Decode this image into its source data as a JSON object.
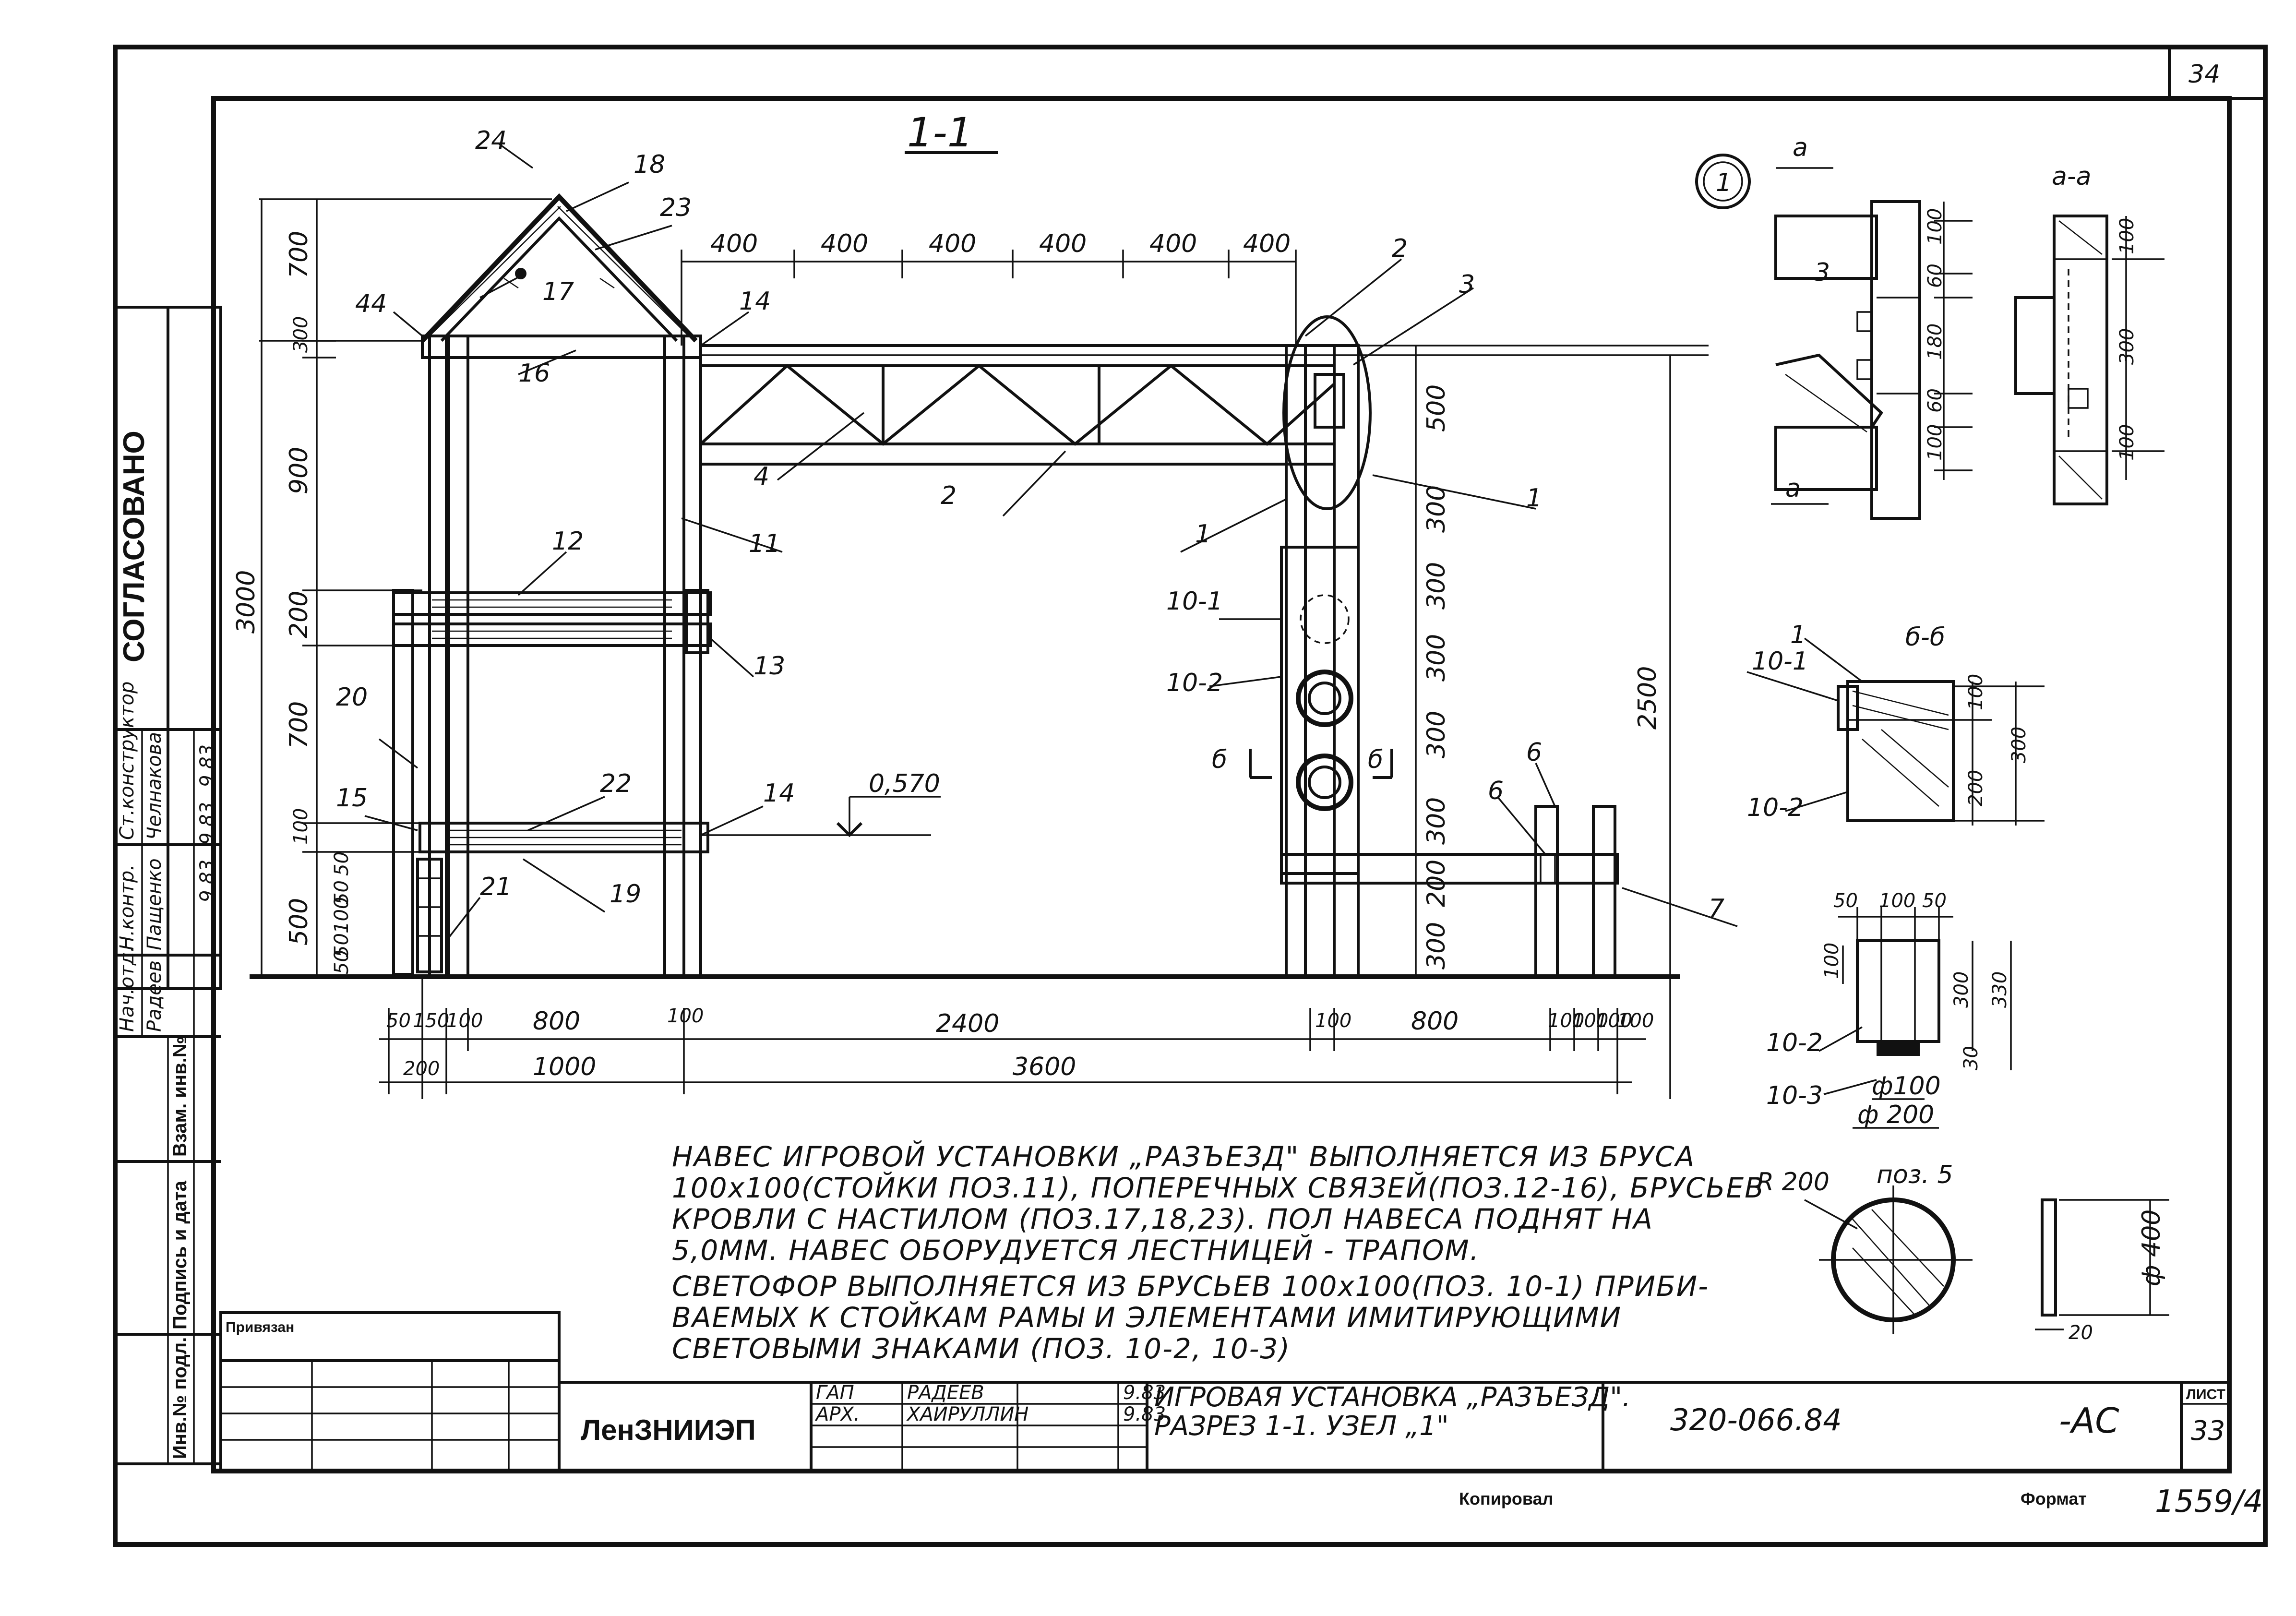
{
  "sheet": {
    "corner_number": "34",
    "section_title": "1-1",
    "node_label": "1",
    "section_a": "a",
    "section_aa": "a-a",
    "section_bb": "б-б",
    "agreed_stamp": "СОГЛАСОВАНО"
  },
  "labels": {
    "p24": "24",
    "p18": "18",
    "p23": "23",
    "p17": "17",
    "p44": "44",
    "p14a": "14",
    "p16": "16",
    "p12": "12",
    "p11": "11",
    "p13": "13",
    "p20": "20",
    "p15": "15",
    "p22": "22",
    "p14b": "14",
    "p21": "21",
    "p19": "19",
    "p4": "4",
    "p2a": "2",
    "p2b": "2",
    "p3": "3",
    "p1a": "1",
    "p1b": "1",
    "p10_1": "10-1",
    "p10_2": "10-2",
    "p6a": "6",
    "p6b": "6",
    "p7": "7",
    "b_left": "б",
    "b_right": "б",
    "level": "0,570"
  },
  "dims": {
    "top_spans": [
      "400",
      "400",
      "400",
      "400",
      "400",
      "400"
    ],
    "left_vertical": [
      "700",
      "300",
      "900",
      "200",
      "700",
      "100",
      "500"
    ],
    "left_overall": "3000",
    "left_small": [
      "50",
      "50",
      "100",
      "50",
      "50"
    ],
    "right_height": "2500",
    "signal_vertical": [
      "500",
      "300",
      "300",
      "300",
      "300",
      "300",
      "200",
      "300"
    ],
    "bottom_row1": [
      "50",
      "150",
      "100",
      "800",
      "100",
      "2400",
      "100",
      "800",
      "100",
      "100",
      "100",
      "100"
    ],
    "bottom_row2": [
      "200",
      "1000",
      "3600"
    ]
  },
  "detail_dims": {
    "a_view": [
      "100",
      "60",
      "180",
      "60",
      "100"
    ],
    "aa_view": [
      "100",
      "300",
      "100"
    ],
    "bb_view": [
      "100",
      "200",
      "300"
    ],
    "p10_1": "10-1",
    "p10_2": "10-2",
    "p1": "1",
    "p3": "3",
    "signal_top": [
      "50",
      "100",
      "50"
    ],
    "signal_side": [
      "100",
      "300",
      "330",
      "30"
    ],
    "p10_2b": "10-2",
    "p10_3": "10-3",
    "d100": "ф100",
    "d200": "ф 200",
    "r200": "R 200",
    "pos5": "поз. 5",
    "d400": "ф 400",
    "t20": "20"
  },
  "notes": {
    "p1_l1": "НАВЕС ИГРОВОЙ УСТАНОВКИ „РАЗЪЕЗД\" ВЫПОЛНЯЕТСЯ ИЗ БРУСА",
    "p1_l2": "100x100(СТОЙКИ ПОЗ.11), ПОПЕРЕЧНЫХ СВЯЗЕЙ(ПОЗ.12-16), БРУСЬЕВ",
    "p1_l3": "КРОВЛИ С НАСТИЛОМ (ПОЗ.17,18,23). ПОЛ НАВЕСА ПОДНЯТ НА",
    "p1_l4": "5,0ММ. НАВЕС ОБОРУДУЕТСЯ ЛЕСТНИЦЕЙ - ТРАПОМ.",
    "p2_l1": "СВЕТОФОР ВЫПОЛНЯЕТСЯ ИЗ БРУСЬЕВ 100x100(ПОЗ. 10-1) ПРИБИ-",
    "p2_l2": "ВАЕМЫХ К СТОЙКАМ РАМЫ И ЭЛЕМЕНТАМИ ИМИТИРУЮЩИМИ",
    "p2_l3": "СВЕТОВЫМИ ЗНАКАМИ (ПОЗ. 10-2, 10-3)"
  },
  "left_strip": {
    "roles": [
      "Нач.отд.",
      "Н.контр.",
      "Ст.конструктор"
    ],
    "names": [
      "Радеев",
      "Пащенко",
      "Челнакова"
    ],
    "dates": [
      "9.83",
      "9.83",
      "9.83"
    ],
    "inv_sign": "Подпись и дата",
    "inv_orig": "Инв.№ подл.",
    "vzam": "Взам. инв.№"
  },
  "title_block": {
    "bound_label": "Привязан",
    "org": "ЛенЗНИИЭП",
    "role1": "ГАП",
    "name1": "РАДЕЕВ",
    "date1": "9.83",
    "role2": "АРХ.",
    "name2": "ХАЙРУЛЛИН",
    "date2": "9.83",
    "desc1": "ИГРОВАЯ УСТАНОВКА „РАЗЪЕЗД\".",
    "desc2": "РАЗРЕЗ 1-1. УЗЕЛ „1\"",
    "doc_number": "320-066.84",
    "mark": "-АС",
    "sheet_label": "ЛИСТ",
    "sheet_num": "33"
  },
  "footer": {
    "copied": "Копировал",
    "format": "Формат",
    "handwritten": "1559/4"
  }
}
